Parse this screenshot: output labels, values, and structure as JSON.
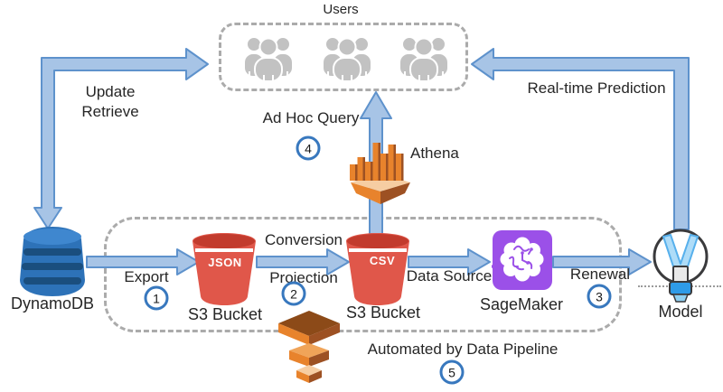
{
  "colors": {
    "arrow-fill": "#A7C4E6",
    "arrow-stroke": "#5E92CC",
    "dyna-body": "#2D72B8",
    "dyna-band": "#1A4E7E",
    "dyna-top": "#3F87CF",
    "s3-body": "#E0574A",
    "s3-rim": "#C23B2D",
    "orange": "#E8832C",
    "orange-deep": "#9D5123",
    "orange-dark-top": "#8C4A18",
    "orange-mid": "#F0A459",
    "orange-light": "#F6CDA2",
    "sagemaker-purple": "#9B50E8",
    "user-gray": "#C2C2C2",
    "ring-blue": "#3878BE",
    "dash-gray": "#ABABAB",
    "ink": "#262626",
    "bulb-outline": "#3A3A3C",
    "bulb-blue": "#2E9BE8",
    "beam-light": "#AEDCF8",
    "beam-mid": "#57B0EC"
  },
  "nodes": {
    "users": {
      "label": "Users"
    },
    "dynamodb": {
      "label": "DynamoDB"
    },
    "s3_json": {
      "label": "S3 Bucket",
      "badge": "JSON"
    },
    "s3_csv": {
      "label": "S3 Bucket",
      "badge": "CSV"
    },
    "athena": {
      "label": "Athena"
    },
    "sagemaker": {
      "label": "SageMaker"
    },
    "model": {
      "label": "Model"
    }
  },
  "edges": {
    "update_retrieve": {
      "lines": [
        "Update",
        "Retrieve"
      ]
    },
    "export": {
      "label": "Export",
      "step": "1"
    },
    "conversion": {
      "lines": [
        "Conversion",
        "Projection"
      ],
      "step": "2"
    },
    "data_source": {
      "label": "Data Source"
    },
    "renewal": {
      "label": "Renewal",
      "step": "3"
    },
    "ad_hoc_query": {
      "label": "Ad Hoc Query",
      "step": "4"
    },
    "real_time_prediction": {
      "label": "Real-time Prediction"
    },
    "pipeline": {
      "label": "Automated by Data Pipeline",
      "step": "5"
    }
  }
}
